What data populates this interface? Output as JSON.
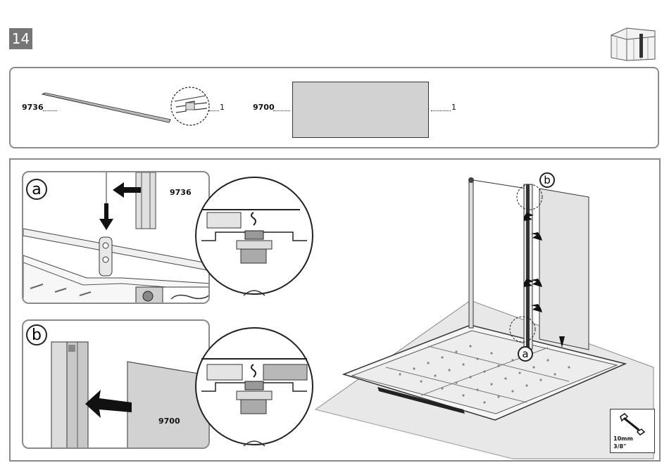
{
  "step": {
    "number": "14"
  },
  "parts": [
    {
      "code": "9736",
      "quantity": "1"
    },
    {
      "code": "9700",
      "quantity": "1"
    }
  ],
  "details": {
    "a": {
      "letter": "a",
      "part_code": "9736"
    },
    "b": {
      "letter": "b",
      "part_code": "9700"
    }
  },
  "main_callouts": {
    "top": "b",
    "bottom": "a"
  },
  "tool": {
    "size_metric": "10mm",
    "size_imperial": "3/8\""
  }
}
